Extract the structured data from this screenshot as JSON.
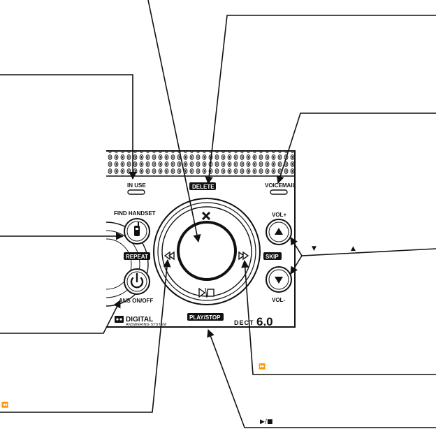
{
  "panel": {
    "in_use": "IN USE",
    "delete": "DELETE",
    "voicemail": "VOICEMAIL",
    "find_handset": "FIND HANDSET",
    "repeat": "REPEAT",
    "ans_on_off": "ANS ON/OFF",
    "vol_plus": "VOL+",
    "vol_minus": "VOL-",
    "skip": "SKIP",
    "play_stop": "PLAY/STOP",
    "brand_main": "DIGITAL",
    "brand_sub": "ANSWERING SYSTEM",
    "dect_small": "DECT",
    "dect_big": "6.0"
  },
  "callouts": {
    "vol_down_glyph": "▼",
    "vol_up_glyph": "▲",
    "skip_glyph": "⏩",
    "repeat_glyph": "⏪",
    "play_stop_glyph": "▶/■"
  },
  "icons": [
    "speaker-grille",
    "handset-icon",
    "power-icon",
    "delete-x-icon",
    "repeat-icon",
    "skip-icon",
    "play-stop-icon",
    "vol-up-icon",
    "vol-down-icon",
    "cassette-icon"
  ]
}
